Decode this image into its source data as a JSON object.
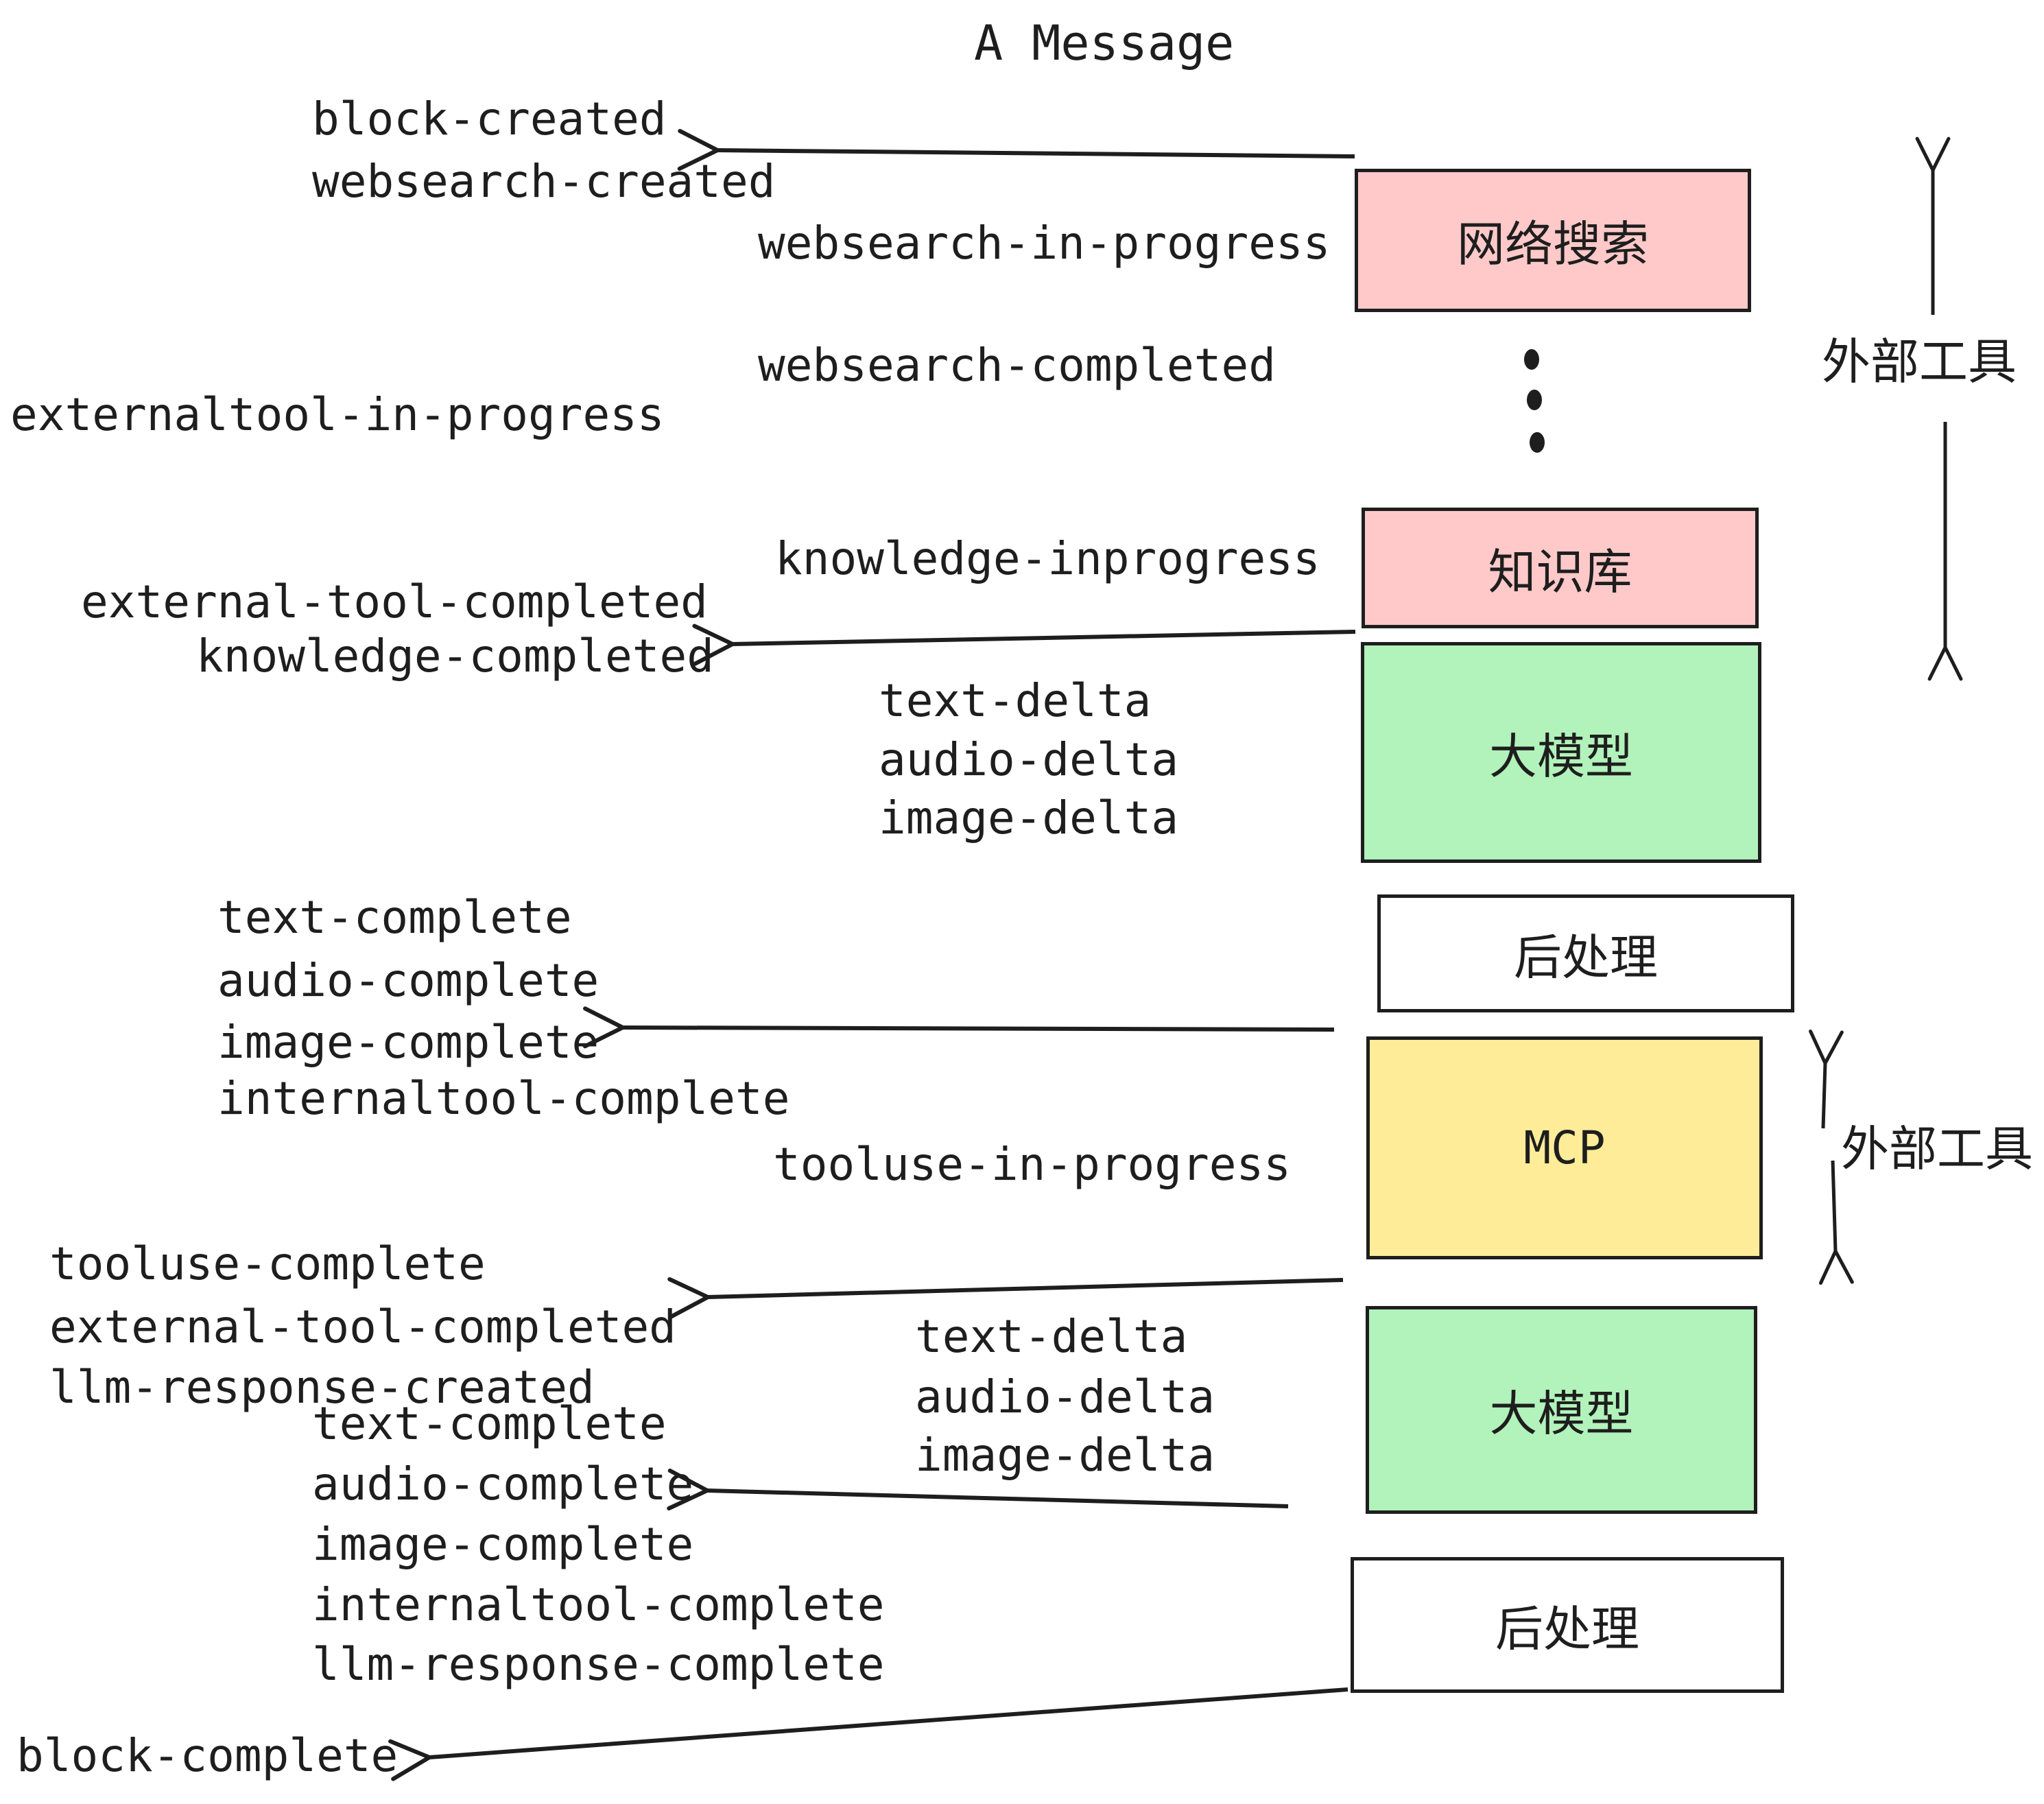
{
  "title": "A Message",
  "colors": {
    "box_pink": "#FFC9C9",
    "box_green": "#B2F2BB",
    "box_yellow": "#FFEC99",
    "box_white": "#FFFFFF",
    "stroke": "#1e1e1e"
  },
  "boxes": {
    "websearch": {
      "label": "网络搜索"
    },
    "knowledge": {
      "label": "知识库"
    },
    "llm1": {
      "label": "大模型"
    },
    "post1": {
      "label": "后处理"
    },
    "mcp": {
      "label": "MCP"
    },
    "llm2": {
      "label": "大模型"
    },
    "post2": {
      "label": "后处理"
    }
  },
  "side_labels": {
    "external_tools_top": "外部工具",
    "external_tools_mcp": "外部工具"
  },
  "events": {
    "block_created": "block-created",
    "websearch_created": "websearch-created",
    "websearch_in_progress": "websearch-in-progress",
    "websearch_completed": "websearch-completed",
    "externaltool_in_progress": "externaltool-in-progress",
    "knowledge_inprogress": "knowledge-inprogress",
    "external_tool_completed_1": "external-tool-completed",
    "knowledge_completed": "knowledge-completed",
    "text_delta_1": "text-delta",
    "audio_delta_1": "audio-delta",
    "image_delta_1": "image-delta",
    "text_complete_1": "text-complete",
    "audio_complete_1": "audio-complete",
    "image_complete_1": "image-complete",
    "internaltool_complete_1": "internaltool-complete",
    "tooluse_in_progress": "tooluse-in-progress",
    "tooluse_complete": "tooluse-complete",
    "external_tool_completed_2": "external-tool-completed",
    "llm_response_created": "llm-response-created",
    "text_delta_2": "text-delta",
    "audio_delta_2": "audio-delta",
    "image_delta_2": "image-delta",
    "text_complete_2": "text-complete",
    "audio_complete_2": "audio-complete",
    "image_complete_2": "image-complete",
    "internaltool_complete_2": "internaltool-complete",
    "llm_response_complete": "llm-response-complete",
    "block_complete": "block-complete"
  }
}
